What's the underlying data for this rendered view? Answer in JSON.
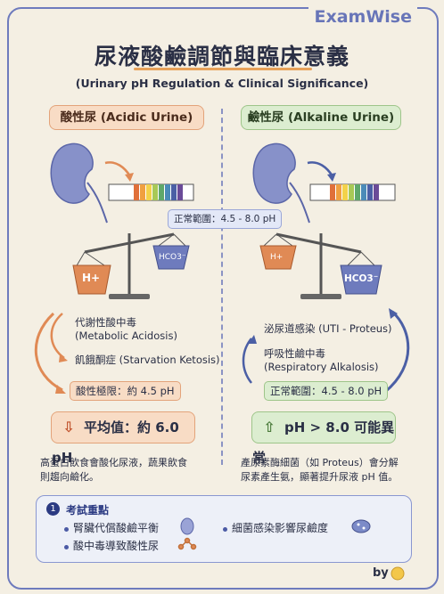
{
  "brand": "ExamWise",
  "title": "尿液酸鹼調節與臨床意義",
  "subtitle": "(Urinary pH Regulation & Clinical Significance)",
  "acidic": {
    "header": "酸性尿 (Acidic Urine)",
    "scale_label": "H+",
    "causes": [
      {
        "zh": "代謝性酸中毒",
        "en": "(Metabolic Acidosis)"
      },
      {
        "zh": "飢餓酮症 (Starvation Ketosis)",
        "en": ""
      }
    ],
    "limit": "酸性極限：約 4.5 pH",
    "average": "平均值：約 6.0 pH",
    "note_line1": "高蛋白飲食會酸化尿液，蔬果飲食",
    "note_line2": "則趨向鹼化。"
  },
  "alkaline": {
    "header": "鹼性尿 (Alkaline Urine)",
    "scale_label_left": "H+",
    "scale_label_right": "HCO3⁻",
    "causes": [
      {
        "zh": "泌尿道感染 (UTI - Proteus)",
        "en": ""
      },
      {
        "zh": "呼吸性鹼中毒",
        "en": "(Respiratory Alkalosis)"
      }
    ],
    "range": "正常範圍：4.5 - 8.0 pH",
    "abnormal": "pH > 8.0 可能異常",
    "note_line1": "產尿素酶細菌（如 Proteus）會分解",
    "note_line2": "尿素產生氨，顯著提升尿液 pH 值。"
  },
  "top_range": "正常範圍：4.5 - 8.0 pH",
  "acid_scale_right": "HCO3⁻",
  "exam": {
    "number": "1",
    "heading": "考試重點",
    "points": [
      "腎臟代償酸鹼平衡",
      "細菌感染影響尿鹼度",
      "酸中毒導致酸性尿"
    ]
  },
  "byline": "by",
  "colors": {
    "frame": "#6e7bbd",
    "acid": "#e08a55",
    "alkaline": "#8fbf78",
    "accent": "#e8a25a"
  }
}
